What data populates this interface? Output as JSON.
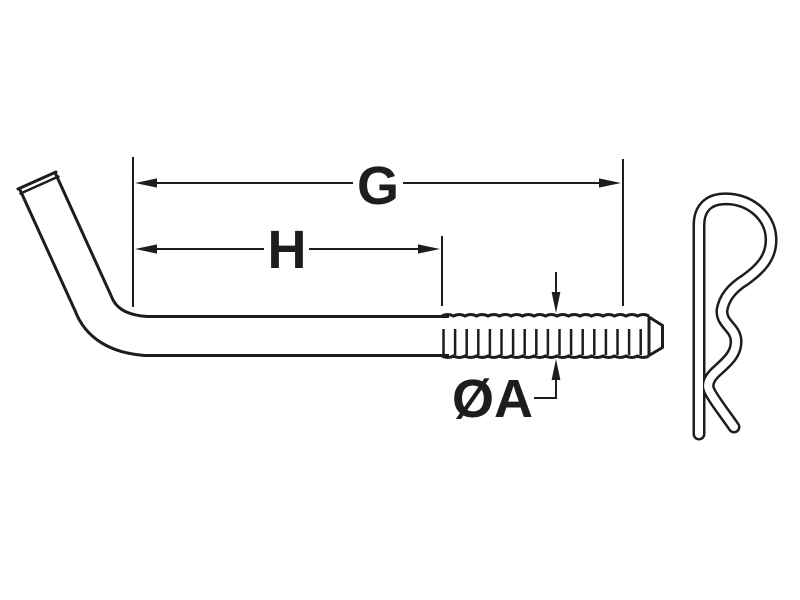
{
  "diagram": {
    "background_color": "#ffffff",
    "line_color": "#1d1d1b",
    "labels": {
      "dim_g": "G",
      "dim_h": "H",
      "dim_a": "ØA"
    },
    "figures": [
      "bent-pin",
      "r-clip"
    ]
  }
}
